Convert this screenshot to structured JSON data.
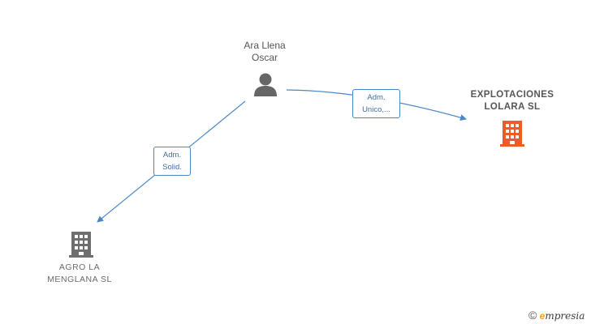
{
  "nodes": {
    "person": {
      "line1": "Ara Llena",
      "line2": "Oscar",
      "icon": "person-icon",
      "color": "#666666"
    },
    "company_main": {
      "line1": "EXPLOTACIONES",
      "line2": "LOLARA  SL",
      "icon": "building-icon",
      "color": "#f05a28"
    },
    "company_sub": {
      "line1": "AGRO LA",
      "line2": "MENGLANA  SL",
      "icon": "building-icon",
      "color": "#6e6e6e"
    }
  },
  "edges": [
    {
      "from": "person",
      "to": "company_sub",
      "label1": "Adm.",
      "label2": "Solid."
    },
    {
      "from": "person",
      "to": "company_main",
      "label1": "Adm.",
      "label2": "Unico,..."
    }
  ],
  "footer": {
    "copyright_symbol": "©",
    "brand_initial": "e",
    "brand_rest": "mpresia"
  },
  "colors": {
    "edge": "#4a86c8",
    "text": "#555555"
  }
}
